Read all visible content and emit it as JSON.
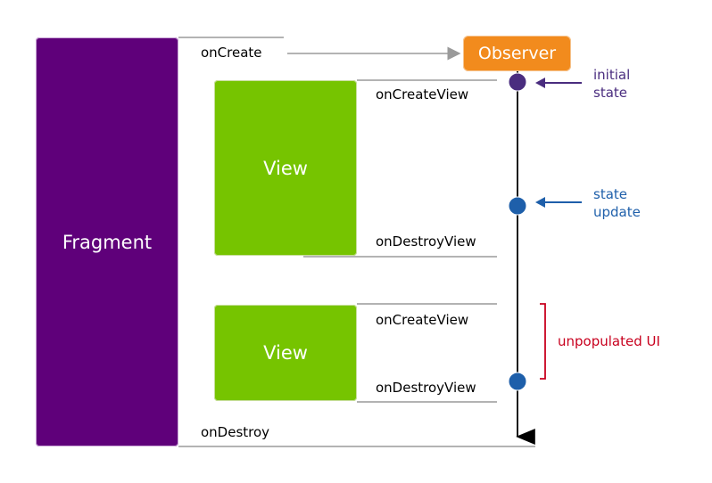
{
  "diagram": {
    "fragment_label": "Fragment",
    "view_label_1": "View",
    "view_label_2": "View",
    "observer_label": "Observer",
    "events": {
      "on_create": "onCreate",
      "on_create_view_1": "onCreateView",
      "on_destroy_view_1": "onDestroyView",
      "on_create_view_2": "onCreateView",
      "on_destroy_view_2": "onDestroyView",
      "on_destroy": "onDestroy"
    },
    "annotations": {
      "initial_state": [
        "initial",
        "state"
      ],
      "state_update": [
        "state",
        "update"
      ],
      "unpopulated_ui": "unpopulated UI"
    },
    "colors": {
      "fragment": "#5f007a",
      "view": "#76c400",
      "observer": "#f28b1d",
      "initial_state": "#4a2d7f",
      "state_update": "#1e5faa",
      "unpopulated_ui": "#c8001e"
    }
  }
}
